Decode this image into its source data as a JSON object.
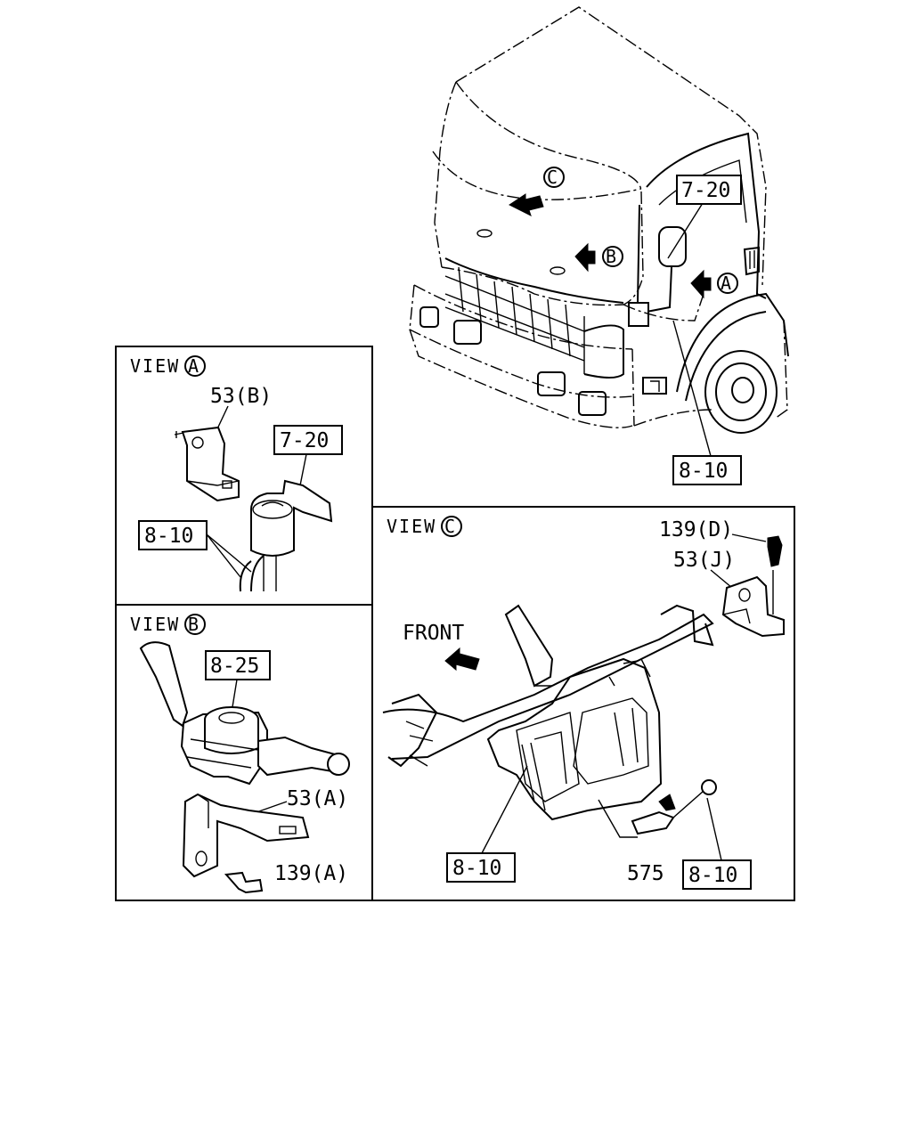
{
  "labels": {
    "cab_7_20": "7-20",
    "cab_8_10": "8-10",
    "arrow_c": "C",
    "arrow_b": "B",
    "arrow_a": "A",
    "view_a_title": "VIEW",
    "view_a_letter": "A",
    "view_a_53b": "53(B)",
    "view_a_7_20": "7-20",
    "view_a_8_10": "8-10",
    "view_b_title": "VIEW",
    "view_b_letter": "B",
    "view_b_8_25": "8-25",
    "view_b_53a": "53(A)",
    "view_b_139a": "139(A)",
    "view_c_title": "VIEW",
    "view_c_letter": "C",
    "view_c_139d": "139(D)",
    "view_c_53j": "53(J)",
    "view_c_front": "FRONT",
    "view_c_8_10_left": "8-10",
    "view_c_575": "575",
    "view_c_8_10_right": "8-10"
  }
}
